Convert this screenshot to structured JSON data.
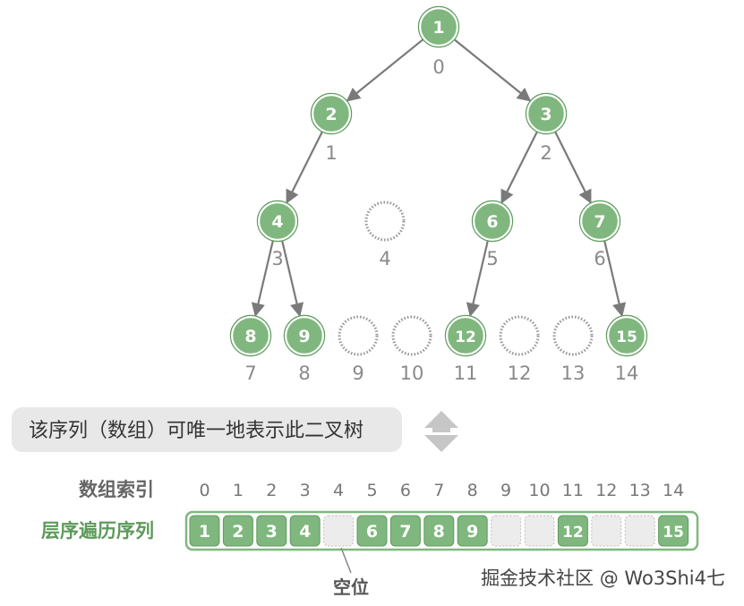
{
  "tree": {
    "nodes": [
      {
        "index": "0",
        "value": "1",
        "present": true
      },
      {
        "index": "1",
        "value": "2",
        "present": true
      },
      {
        "index": "2",
        "value": "3",
        "present": true
      },
      {
        "index": "3",
        "value": "4",
        "present": true
      },
      {
        "index": "4",
        "value": "",
        "present": false
      },
      {
        "index": "5",
        "value": "6",
        "present": true
      },
      {
        "index": "6",
        "value": "7",
        "present": true
      },
      {
        "index": "7",
        "value": "8",
        "present": true
      },
      {
        "index": "8",
        "value": "9",
        "present": true
      },
      {
        "index": "9",
        "value": "",
        "present": false
      },
      {
        "index": "10",
        "value": "",
        "present": false
      },
      {
        "index": "11",
        "value": "12",
        "present": true
      },
      {
        "index": "12",
        "value": "",
        "present": false
      },
      {
        "index": "13",
        "value": "",
        "present": false
      },
      {
        "index": "14",
        "value": "15",
        "present": true
      }
    ],
    "edges": [
      [
        0,
        1
      ],
      [
        0,
        2
      ],
      [
        1,
        3
      ],
      [
        2,
        5
      ],
      [
        2,
        6
      ],
      [
        3,
        7
      ],
      [
        3,
        8
      ],
      [
        5,
        11
      ],
      [
        6,
        14
      ]
    ]
  },
  "caption": "该序列（数组）可唯一地表示此二叉树",
  "array": {
    "index_label": "数组索引",
    "sequence_label": "层序遍历序列",
    "indices": [
      "0",
      "1",
      "2",
      "3",
      "4",
      "5",
      "6",
      "7",
      "8",
      "9",
      "10",
      "11",
      "12",
      "13",
      "14"
    ],
    "values": [
      "1",
      "2",
      "3",
      "4",
      "",
      "6",
      "7",
      "8",
      "9",
      "",
      "",
      "12",
      "",
      "",
      "15"
    ],
    "empty_label": "空位"
  },
  "watermark": "掘金技术社区 @ Wo3Shi4七",
  "colors": {
    "node_fill": "#7fb77e",
    "node_stroke": "#5f9c5e",
    "node_text": "#ffffff",
    "edge": "#7a7a7a",
    "empty_stroke": "#9a9a9a",
    "index_text": "#8a8a8a",
    "caption_bg": "#e8e8e8",
    "sequence_label": "#5e9a5b",
    "cell_empty": "#ececec"
  }
}
